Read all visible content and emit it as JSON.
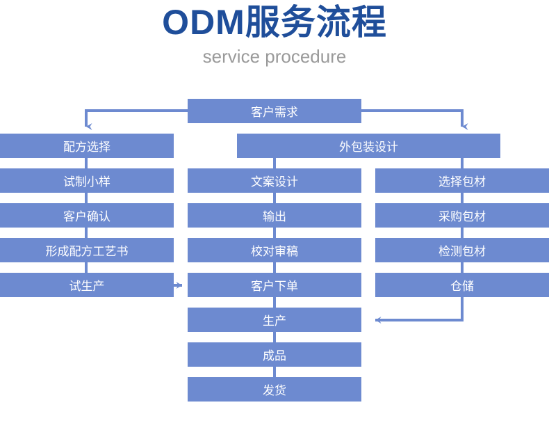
{
  "header": {
    "title": "ODM服务流程",
    "subtitle": "service procedure",
    "title_color": "#1f4e9a",
    "subtitle_color": "#9a9a9a"
  },
  "theme": {
    "node_fill": "#6d8ad0",
    "node_text": "#ffffff",
    "connector": "#6d8ad0",
    "background": "#ffffff"
  },
  "chart_data": {
    "type": "diagram",
    "title": "ODM服务流程",
    "subtitle": "service procedure",
    "nodes": [
      {
        "id": "customer_requirement",
        "label": "客户需求",
        "column": "top",
        "row": 0
      },
      {
        "id": "formula_selection",
        "label": "配方选择",
        "column": "left",
        "row": 1
      },
      {
        "id": "trial_sample",
        "label": "试制小样",
        "column": "left",
        "row": 2
      },
      {
        "id": "customer_confirm",
        "label": "客户确认",
        "column": "left",
        "row": 3
      },
      {
        "id": "formula_document",
        "label": "形成配方工艺书",
        "column": "left",
        "row": 4
      },
      {
        "id": "trial_production",
        "label": "试生产",
        "column": "left",
        "row": 5
      },
      {
        "id": "package_design",
        "label": "外包装设计",
        "column": "wide",
        "row": 1
      },
      {
        "id": "copy_design",
        "label": "文案设计",
        "column": "middle",
        "row": 2
      },
      {
        "id": "output",
        "label": "输出",
        "column": "middle",
        "row": 3
      },
      {
        "id": "proofreading",
        "label": "校对审稿",
        "column": "middle",
        "row": 4
      },
      {
        "id": "customer_order",
        "label": "客户下单",
        "column": "middle",
        "row": 5
      },
      {
        "id": "production",
        "label": "生产",
        "column": "middle",
        "row": 6
      },
      {
        "id": "finished_product",
        "label": "成品",
        "column": "middle",
        "row": 7
      },
      {
        "id": "shipment",
        "label": "发货",
        "column": "middle",
        "row": 8
      },
      {
        "id": "select_packaging",
        "label": "选择包材",
        "column": "right",
        "row": 2
      },
      {
        "id": "purchase_packaging",
        "label": "采购包材",
        "column": "right",
        "row": 3
      },
      {
        "id": "inspect_packaging",
        "label": "检测包材",
        "column": "right",
        "row": 4
      },
      {
        "id": "warehousing",
        "label": "仓储",
        "column": "right",
        "row": 5
      }
    ],
    "edges": [
      {
        "from": "customer_requirement",
        "to": "formula_selection",
        "style": "elbow-left-down",
        "arrow": true
      },
      {
        "from": "customer_requirement",
        "to": "package_design",
        "style": "elbow-right-down",
        "arrow": true
      },
      {
        "from": "formula_selection",
        "to": "trial_sample",
        "style": "vertical",
        "arrow": false
      },
      {
        "from": "trial_sample",
        "to": "customer_confirm",
        "style": "vertical",
        "arrow": false
      },
      {
        "from": "customer_confirm",
        "to": "formula_document",
        "style": "vertical",
        "arrow": false
      },
      {
        "from": "formula_document",
        "to": "trial_production",
        "style": "vertical",
        "arrow": false
      },
      {
        "from": "trial_production",
        "to": "customer_order",
        "style": "horizontal-right",
        "arrow": true
      },
      {
        "from": "package_design",
        "to": "copy_design",
        "style": "vertical",
        "arrow": false
      },
      {
        "from": "copy_design",
        "to": "output",
        "style": "vertical",
        "arrow": false
      },
      {
        "from": "output",
        "to": "proofreading",
        "style": "vertical",
        "arrow": false
      },
      {
        "from": "proofreading",
        "to": "customer_order",
        "style": "vertical",
        "arrow": false
      },
      {
        "from": "customer_order",
        "to": "production",
        "style": "vertical",
        "arrow": false
      },
      {
        "from": "production",
        "to": "finished_product",
        "style": "vertical",
        "arrow": false
      },
      {
        "from": "finished_product",
        "to": "shipment",
        "style": "vertical",
        "arrow": false
      },
      {
        "from": "package_design",
        "to": "select_packaging",
        "style": "vertical",
        "arrow": false
      },
      {
        "from": "select_packaging",
        "to": "purchase_packaging",
        "style": "vertical",
        "arrow": false
      },
      {
        "from": "purchase_packaging",
        "to": "inspect_packaging",
        "style": "vertical",
        "arrow": false
      },
      {
        "from": "inspect_packaging",
        "to": "warehousing",
        "style": "vertical",
        "arrow": false
      },
      {
        "from": "warehousing",
        "to": "production",
        "style": "elbow-down-left",
        "arrow": true
      }
    ]
  }
}
